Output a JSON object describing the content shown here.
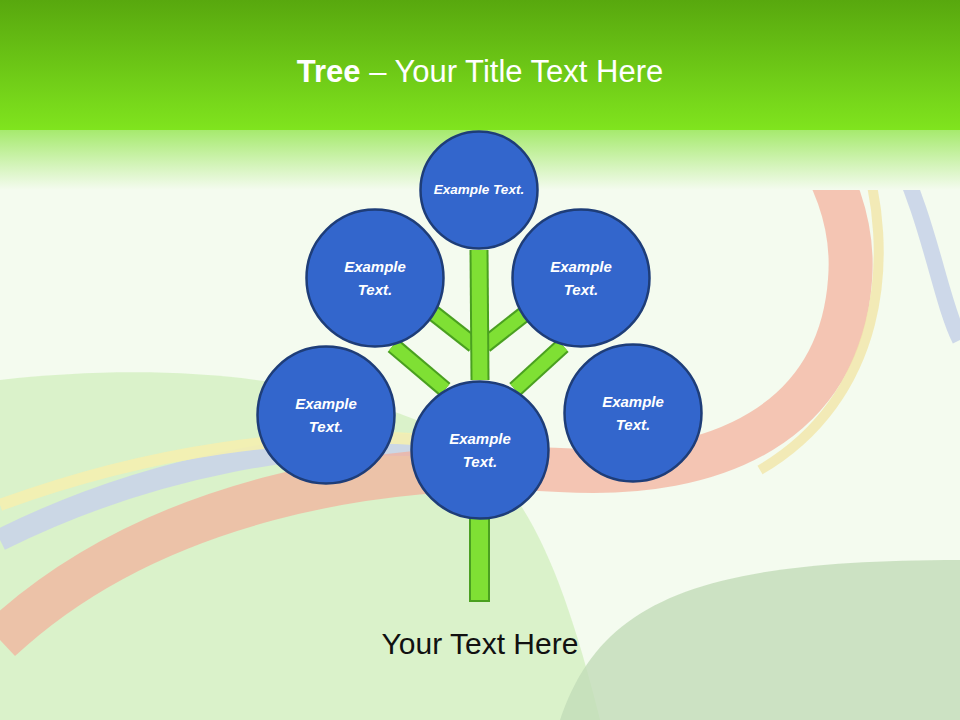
{
  "diagram": {
    "title": "Tree – Your Title Text Here",
    "caption": "Your Text Here",
    "nodes": [
      {
        "text": [
          "Example Text."
        ]
      },
      {
        "text": [
          "Example Text."
        ]
      },
      {
        "text": [
          "Example Text."
        ]
      },
      {
        "text": [
          "Example Text."
        ]
      },
      {
        "text": [
          "Example Text."
        ]
      },
      {
        "text": [
          "Example Text."
        ]
      }
    ],
    "edges": [
      {
        "from": 0,
        "to": 4,
        "arrow": "none"
      },
      {
        "from": 1,
        "to": 4,
        "arrow": "none"
      },
      {
        "from": 2,
        "to": 4,
        "arrow": "none"
      }
    ]
  }
}
